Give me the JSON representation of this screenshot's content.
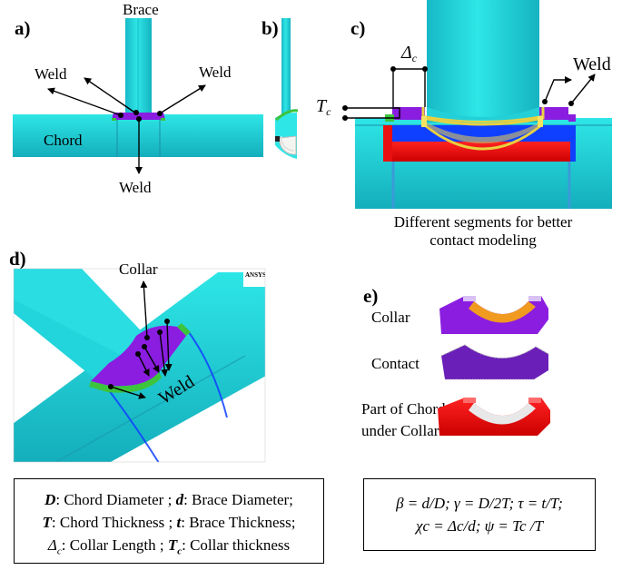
{
  "panels": {
    "a": {
      "letter": "a)",
      "brace_label": "Brace",
      "chord_label": "Chord",
      "weld_labels": [
        "Weld",
        "Weld",
        "Weld"
      ]
    },
    "b": {
      "letter": "b)"
    },
    "c": {
      "letter": "c)",
      "delta_label": "Δ",
      "delta_sub": "c",
      "t_label": "T",
      "t_sub": "c",
      "weld_label": "Weld",
      "caption_line1": "Different segments for better",
      "caption_line2": "contact modeling"
    },
    "d": {
      "letter": "d)",
      "collar_label": "Collar",
      "weld_label": "Weld",
      "ansys_logo": "ANSYS"
    },
    "e": {
      "letter": "e)",
      "rows": [
        "Collar",
        "Contact",
        "Part of Chord",
        "under Collar"
      ]
    }
  },
  "legend_left": {
    "line1": [
      {
        "sym": "D",
        "text": ": Chord Diameter ; "
      },
      {
        "sym": "d",
        "text": ": Brace Diameter;"
      }
    ],
    "line2": [
      {
        "sym": "T",
        "text": ": Chord Thickness ; "
      },
      {
        "sym": "t",
        "text": ": Brace Thickness;"
      }
    ],
    "line3": [
      {
        "sym": "Δ",
        "sub": "c",
        "text": ": Collar Length ;  "
      },
      {
        "sym": "T",
        "sub": "c",
        "text": ": Collar thickness"
      }
    ]
  },
  "legend_right": {
    "line1": "β = d/D; γ = D/2T; τ = t/T;",
    "line2": "χc = Δc/d; ψ = Tc /T"
  },
  "colors": {
    "cyan": "#1fd6d6",
    "cyan_dark": "#12a8b4",
    "purple": "#8a1de0",
    "green": "#3cc43c",
    "red": "#e81010",
    "blue": "#1040ff",
    "yellow": "#e8d040",
    "orange": "#f09a20"
  }
}
